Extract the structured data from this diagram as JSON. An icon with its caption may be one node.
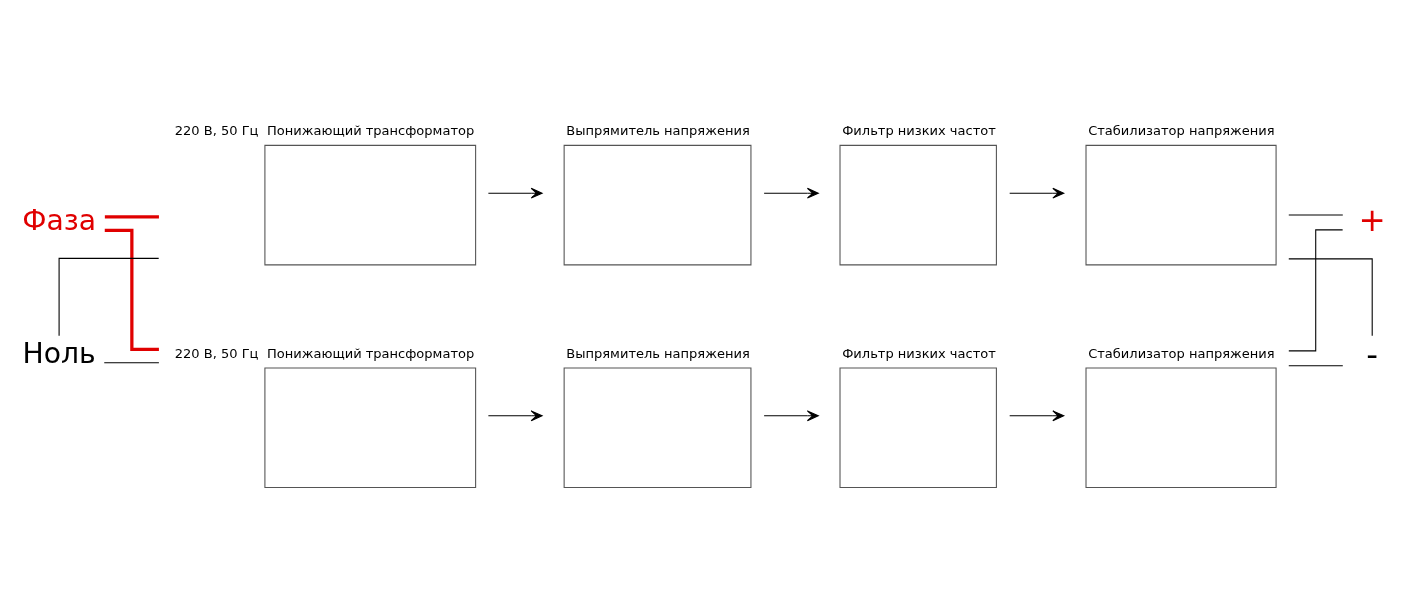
{
  "diagram": {
    "nodes": [
      {
        "text": [
          "Фаза"
        ]
      },
      {
        "text": [
          "Ноль"
        ]
      },
      {
        "text": [
          "Понижающий трансформатор"
        ],
        "beside": [
          "220 В, 50 Гц"
        ]
      },
      {
        "text": [
          "Выпрямитель напряжения"
        ]
      },
      {
        "text": [
          "Фильтр низких частот"
        ]
      },
      {
        "text": [
          "Стабилизатор напряжения"
        ]
      },
      {
        "text": [
          "Понижающий трансформатор"
        ],
        "beside": [
          "220 В, 50 Гц"
        ]
      },
      {
        "text": [
          "Выпрямитель напряжения"
        ]
      },
      {
        "text": [
          "Фильтр низких частот"
        ]
      },
      {
        "text": [
          "Стабилизатор напряжения"
        ]
      },
      {
        "text": [
          "+"
        ]
      },
      {
        "text": [
          "-"
        ]
      }
    ],
    "edges": [
      {
        "from": 0,
        "to": 2,
        "arrow": "none",
        "style": "thick",
        "color": "#e00000"
      },
      {
        "from": 1,
        "to": 2,
        "arrow": "none"
      },
      {
        "from": 0,
        "to": 6,
        "arrow": "none",
        "style": "thick",
        "color": "#e00000"
      },
      {
        "from": 1,
        "to": 6,
        "arrow": "none"
      },
      {
        "from": 2,
        "to": 3,
        "arrow": "to"
      },
      {
        "from": 3,
        "to": 4,
        "arrow": "to"
      },
      {
        "from": 4,
        "to": 5,
        "arrow": "to"
      },
      {
        "from": 6,
        "to": 7,
        "arrow": "to"
      },
      {
        "from": 7,
        "to": 8,
        "arrow": "to"
      },
      {
        "from": 8,
        "to": 9,
        "arrow": "to"
      },
      {
        "from": 5,
        "to": 10,
        "arrow": "none"
      },
      {
        "from": 5,
        "to": 11,
        "arrow": "none"
      },
      {
        "from": 9,
        "to": 10,
        "arrow": "none"
      },
      {
        "from": 9,
        "to": 11,
        "arrow": "none"
      }
    ]
  }
}
